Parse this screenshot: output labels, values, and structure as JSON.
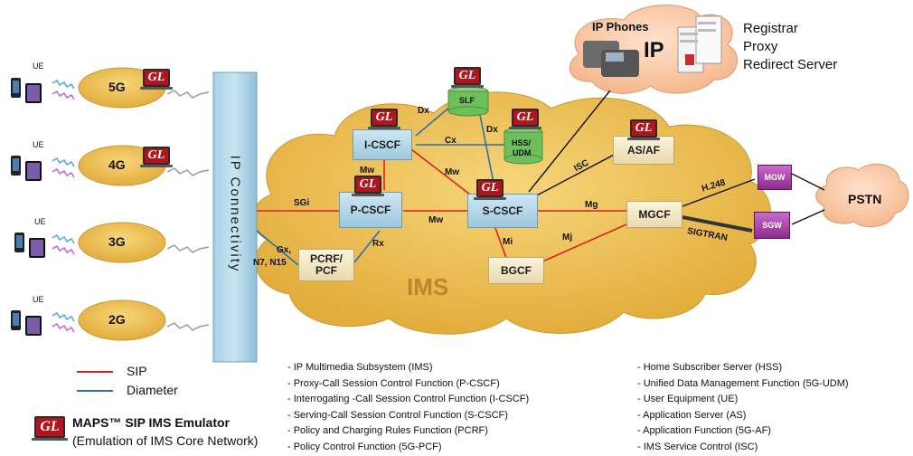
{
  "access_networks": [
    {
      "ue": "UE",
      "gen": "5G"
    },
    {
      "ue": "UE",
      "gen": "4G"
    },
    {
      "ue": "UE",
      "gen": "3G"
    },
    {
      "ue": "UE",
      "gen": "2G"
    }
  ],
  "ip_connectivity": "IP Connectivity",
  "gl_badge": "GL",
  "nodes": {
    "slf": "SLF",
    "icscf": "I-CSCF",
    "hss": [
      "HSS/",
      "UDM"
    ],
    "pcscf": "P-CSCF",
    "scscf": "S-CSCF",
    "asaf": "AS/AF",
    "pcrf": [
      "PCRF/",
      "PCF"
    ],
    "bgcf": "BGCF",
    "mgcf": "MGCF",
    "mgw": "MGW",
    "sgw": "SGW",
    "pstn": "PSTN"
  },
  "cloud_label": "IMS",
  "ip_cloud": {
    "title": "IP Phones",
    "ip": "IP"
  },
  "servers": [
    "Registrar",
    "Proxy",
    "Redirect Server"
  ],
  "interfaces": {
    "dx1": "Dx",
    "dx2": "Dx",
    "cx": "Cx",
    "mw1": "Mw",
    "mw2": "Mw",
    "mw3": "Mw",
    "sgi": "SGi",
    "rx": "Rx",
    "gx": "Gx,",
    "gx2": "N7, N15",
    "isc": "ISC",
    "mg": "Mg",
    "mi": "Mi",
    "mj": "Mj",
    "h248": "H.248",
    "sigtran": "SIGTRAN"
  },
  "legend": {
    "sip": "SIP",
    "diameter": "Diameter",
    "sip_color": "#e02020",
    "diameter_color": "#2b6fb5",
    "product": "MAPS™ SIP IMS Emulator",
    "product_sub": "(Emulation of IMS Core Network)"
  },
  "abbrev_left": [
    "- IP Multimedia Subsystem (IMS)",
    "- Proxy-Call Session Control Function (P-CSCF)",
    "- Interrogating -Call Session Control Function (I-CSCF)",
    "- Serving-Call Session Control Function (S-CSCF)",
    "- Policy and Charging Rules Function (PCRF)",
    "- Policy Control Function (5G-PCF)"
  ],
  "abbrev_right": [
    "- Home Subscriber Server (HSS)",
    "- Unified Data Management Function (5G-UDM)",
    "- User Equipment (UE)",
    "- Application Server (AS)",
    "- Application Function (5G-AF)",
    "- IMS Service Control (ISC)"
  ]
}
